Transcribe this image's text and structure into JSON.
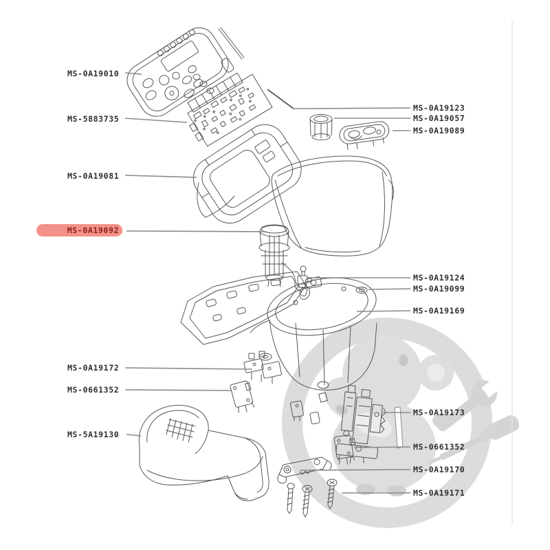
{
  "diagram": {
    "highlighted_part": "MS-0A19092",
    "parts": [
      {
        "label": "MS-0A19010",
        "side": "left",
        "highlighted": false
      },
      {
        "label": "MS-5883735",
        "side": "left",
        "highlighted": false
      },
      {
        "label": "MS-0A19081",
        "side": "left",
        "highlighted": false
      },
      {
        "label": "MS-0A19092",
        "side": "left",
        "highlighted": true
      },
      {
        "label": "MS-0A19123",
        "side": "right",
        "highlighted": false
      },
      {
        "label": "MS-0A19057",
        "side": "right",
        "highlighted": false
      },
      {
        "label": "MS-0A19089",
        "side": "right",
        "highlighted": false
      },
      {
        "label": "MS-0A19124",
        "side": "right",
        "highlighted": false
      },
      {
        "label": "MS-0A19099",
        "side": "right",
        "highlighted": false
      },
      {
        "label": "MS-0A19169",
        "side": "right",
        "highlighted": false
      },
      {
        "label": "MS-0A19172",
        "side": "left",
        "highlighted": false
      },
      {
        "label": "MS-0661352",
        "side": "left",
        "highlighted": false
      },
      {
        "label": "MS-5A19130",
        "side": "left",
        "highlighted": false
      },
      {
        "label": "MS-0A19173",
        "side": "right",
        "highlighted": false
      },
      {
        "label": "MS-0661352",
        "side": "right",
        "highlighted": false
      },
      {
        "label": "MS-0A19170",
        "side": "right",
        "highlighted": false
      },
      {
        "label": "MS-0A19171",
        "side": "right",
        "highlighted": false
      }
    ],
    "colors": {
      "background": "#ffffff",
      "label_text": "#2f2f2f",
      "leader_line": "#8a8a8a",
      "artwork_line": "#555555",
      "highlight_fill": "#f2928a",
      "highlight_text": "#8d211b",
      "watermark_gray": "#dcdcdc"
    },
    "watermark": {
      "description": "mouse-with-wrench-and-screwdriver-logo"
    }
  }
}
